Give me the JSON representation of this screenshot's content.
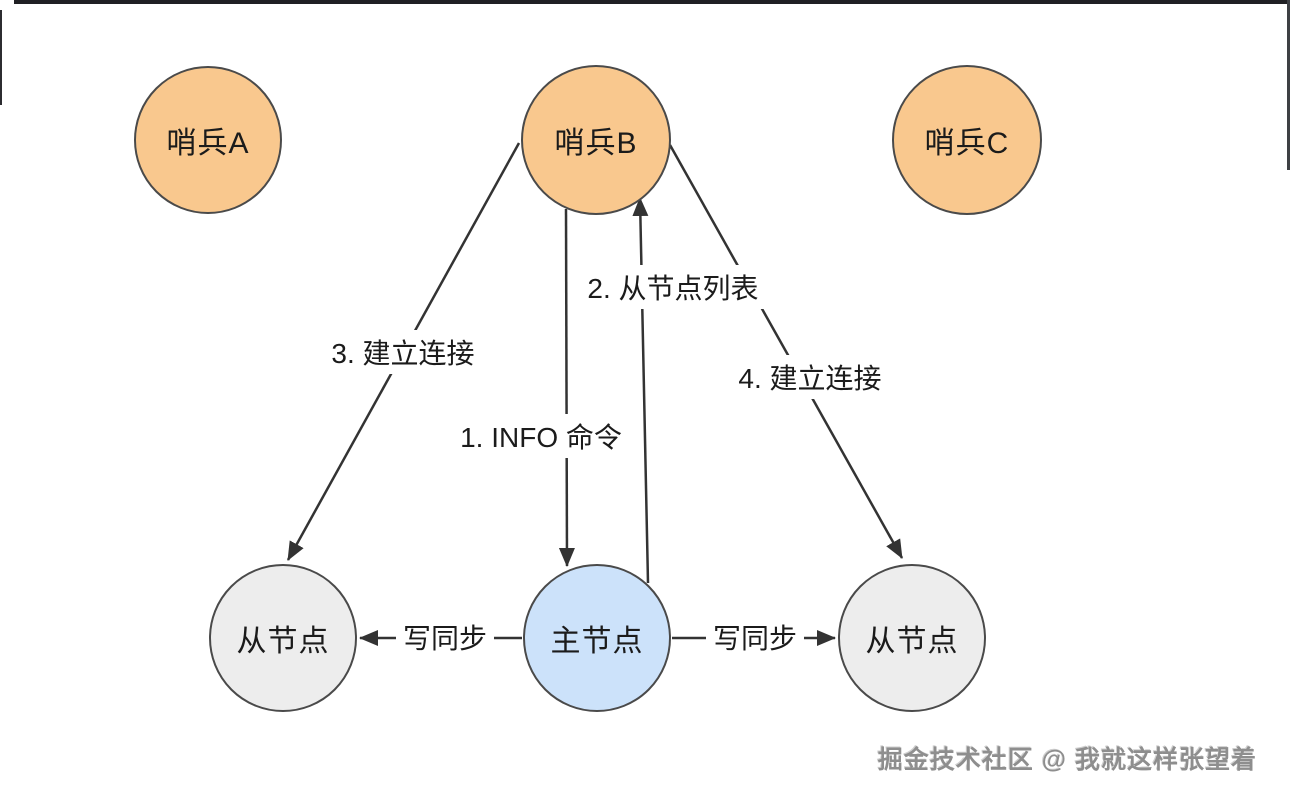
{
  "palette": {
    "background": "#ffffff",
    "sentinel_fill": "#f9c88e",
    "slave_fill": "#ededed",
    "master_fill": "#cce2fa",
    "node_border": "#4a4a4a",
    "line_color": "#333333",
    "text_color": "#1b1b1b",
    "watermark_color": "#8e8e8e"
  },
  "nodes": [
    {
      "id": "sentinel-a",
      "label": "哨兵A",
      "role": "sentinel"
    },
    {
      "id": "sentinel-b",
      "label": "哨兵B",
      "role": "sentinel"
    },
    {
      "id": "sentinel-c",
      "label": "哨兵C",
      "role": "sentinel"
    },
    {
      "id": "slave-left",
      "label": "从节点",
      "role": "slave"
    },
    {
      "id": "master",
      "label": "主节点",
      "role": "master"
    },
    {
      "id": "slave-right",
      "label": "从节点",
      "role": "slave"
    }
  ],
  "edges": [
    {
      "id": "info-command",
      "label": "1. INFO 命令",
      "from": "sentinel-b",
      "to": "master"
    },
    {
      "id": "slave-node-list",
      "label": "2. 从节点列表",
      "from": "master",
      "to": "sentinel-b"
    },
    {
      "id": "connect-slave-left",
      "label": "3. 建立连接",
      "from": "sentinel-b",
      "to": "slave-left"
    },
    {
      "id": "connect-slave-right",
      "label": "4. 建立连接",
      "from": "sentinel-b",
      "to": "slave-right"
    },
    {
      "id": "write-sync-left",
      "label": "写同步",
      "from": "master",
      "to": "slave-left"
    },
    {
      "id": "write-sync-right",
      "label": "写同步",
      "from": "master",
      "to": "slave-right"
    }
  ],
  "watermark": {
    "text": "掘金技术社区 @ 我就这样张望着"
  }
}
